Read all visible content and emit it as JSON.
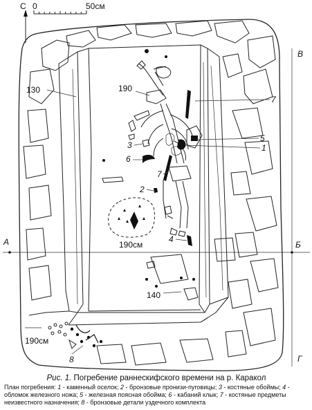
{
  "figure": {
    "north": "С",
    "scale_start": "0",
    "scale_end": "50см",
    "label_a": "А",
    "label_b": "Б",
    "label_v": "В",
    "label_g": "Г",
    "depth_130": "130",
    "depth_190_top": "190",
    "depth_190_pit": "190см",
    "depth_190_bottom": "190см",
    "depth_140": "140",
    "find_1": "1",
    "find_2": "2",
    "find_3": "3",
    "find_4": "4",
    "find_5": "5",
    "find_6": "6",
    "find_7a": "7",
    "find_7b": "7",
    "find_8": "8"
  },
  "caption": {
    "fig_label": "Рис. 1.",
    "title": "Погребение раннескифского времени на р. Каракол",
    "intro": "План погребения: ",
    "items": [
      {
        "n": "1",
        "t": " - каменный оселок; "
      },
      {
        "n": "2",
        "t": " - бронзовые пронизи-пуговицы; "
      },
      {
        "n": "3",
        "t": " - костяные обоймы; "
      },
      {
        "n": "4",
        "t": " - обломок железного ножа; "
      },
      {
        "n": "5",
        "t": " - железная поясная обойма; "
      },
      {
        "n": "6",
        "t": " - кабаний клык; "
      },
      {
        "n": "7",
        "t": " - костяные предметы  неизвестного назначения; "
      },
      {
        "n": "8",
        "t": " - бронзовые детали уздечного комплекта"
      }
    ]
  }
}
